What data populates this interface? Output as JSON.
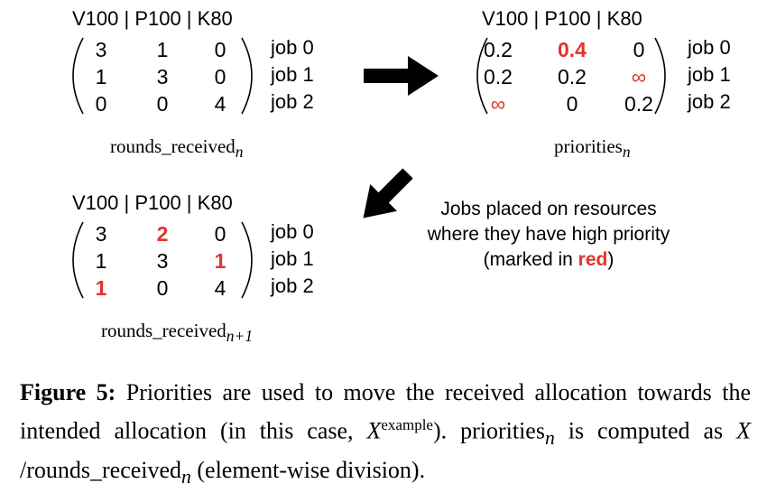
{
  "matrices": {
    "rounds_received_n": {
      "header": "V100 | P100 | K80",
      "rows": [
        [
          "3",
          "1",
          "0"
        ],
        [
          "1",
          "3",
          "0"
        ],
        [
          "0",
          "0",
          "4"
        ]
      ],
      "jobs": [
        "job 0",
        "job 1",
        "job 2"
      ],
      "label_main": "rounds_received",
      "label_sub": "n"
    },
    "priorities_n": {
      "header": "V100 | P100 | K80",
      "rows": [
        [
          "0.2",
          "0.4",
          "0"
        ],
        [
          "0.2",
          "0.2",
          "∞"
        ],
        [
          "∞",
          "0",
          "0.2"
        ]
      ],
      "jobs": [
        "job 0",
        "job 1",
        "job 2"
      ],
      "label_main": "priorities",
      "label_sub": "n"
    },
    "rounds_received_n1": {
      "header": "V100 | P100 | K80",
      "rows": [
        [
          "3",
          "2",
          "0"
        ],
        [
          "1",
          "3",
          "1"
        ],
        [
          "1",
          "0",
          "4"
        ]
      ],
      "jobs": [
        "job 0",
        "job 1",
        "job 2"
      ],
      "label_main": "rounds_received",
      "label_sub": "n+1"
    }
  },
  "note": {
    "line1": "Jobs placed on resources",
    "line2": "where they have high priority",
    "line3_pre": "(marked in ",
    "line3_red": "red",
    "line3_post": ")"
  },
  "caption": {
    "label": "Figure 5:",
    "text1": " Priorities are used to move the received allocation towards the intended allocation (in this case, ",
    "X": "X",
    "sup": "example",
    "text2": "). priorities",
    "sub_n": "n",
    "text3": " is computed as ",
    "X2": "X",
    "text4": " /rounds_received",
    "sub_n2": "n",
    "text5": " (element-wise division)."
  },
  "colors": {
    "highlight": "#e0352b",
    "arrow": "#000000"
  }
}
